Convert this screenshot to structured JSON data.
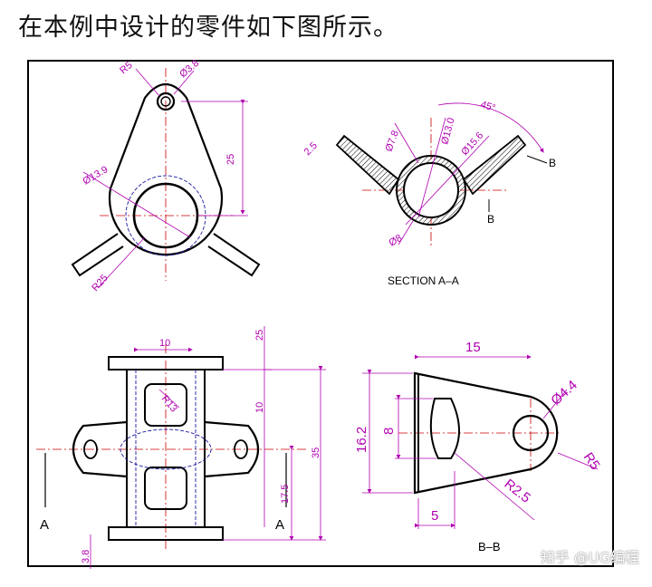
{
  "intro_text": "在本例中设计的零件如下图所示。",
  "watermark": "知乎 @UG编程",
  "colors": {
    "outline": "#000000",
    "dimension": "#b000b0",
    "centerline": "#cc0000",
    "hidden": "#1a1aa0",
    "hatch": "#000000"
  },
  "top_left_view": {
    "dims": {
      "r5": "R5",
      "phi38": "Ø3.8",
      "d25": "25",
      "phi139": "Ø13.9",
      "r25": "R25"
    }
  },
  "section_view": {
    "title": "SECTION A–A",
    "dims": {
      "ang": "45°",
      "d25": "2.5",
      "phi78": "Ø7.8",
      "phi13": "Ø13.0",
      "phi156": "Ø15.6",
      "phi8": "Ø8"
    },
    "labels": {
      "b1": "B",
      "b2": "B"
    }
  },
  "front_view": {
    "dims": {
      "d10": "10",
      "d25": "25",
      "d10b": "10",
      "r13": "R13",
      "d35": "35",
      "d175": "17.5",
      "d38": "3.8"
    },
    "labels": {
      "a1": "A",
      "a2": "A"
    }
  },
  "bb_view": {
    "title": "B–B",
    "dims": {
      "d15": "15",
      "phi44": "Ø4.4",
      "d162": "16.2",
      "d8": "8",
      "r5": "R5",
      "r25": "R2.5",
      "d5": "5"
    }
  }
}
